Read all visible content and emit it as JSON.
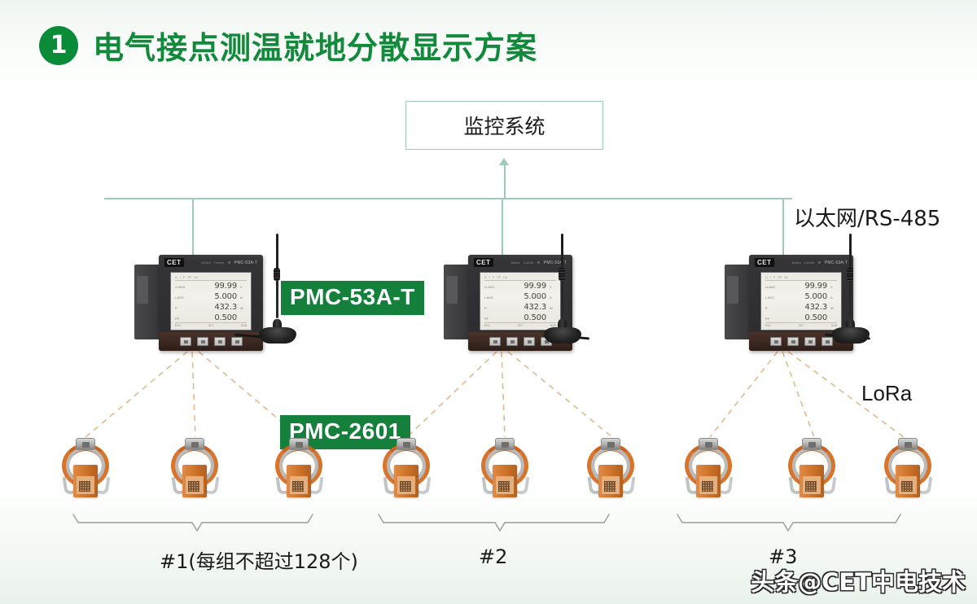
{
  "header": {
    "badge_number": "1",
    "title": "电气接点测温就地分散显示方案",
    "accent_color": "#13893c"
  },
  "monitoring": {
    "label": "监控系统",
    "border_color": "#9ec9b6"
  },
  "network": {
    "bus_label": "以太网/RS-485",
    "wireless_label": "LoRa",
    "line_color": "#9ecbba",
    "dashed_link_color": "#e2b98a"
  },
  "badges": {
    "meter_model": "PMC-53A-T",
    "sensor_model": "PMC-2601",
    "badge_color": "#14803b"
  },
  "meter": {
    "brand": "CET",
    "model_print": "PMC-53A-T",
    "led_labels": [
      "Alarm",
      "Comm"
    ],
    "lcd": {
      "header_items": [
        "U",
        "I",
        "P",
        "PF",
        "Hz"
      ],
      "rows": [
        {
          "label": "U-AVG",
          "value": "99.99",
          "unit": "V"
        },
        {
          "label": "I-AVG",
          "value": "5.000",
          "unit": "A"
        },
        {
          "label": "P",
          "value": "432.3",
          "unit": "W"
        },
        {
          "label": "PF",
          "value": "0.500",
          "unit": ""
        }
      ],
      "footer_left": "ESC",
      "footer_mid": "SET",
      "footer_right": "SUB"
    },
    "button_count": 4
  },
  "sensors": {
    "count_total": 9,
    "per_group": 3,
    "body_color": "#d1762c"
  },
  "groups": [
    {
      "label": "#1(每组不超过128个)"
    },
    {
      "label": "#2"
    },
    {
      "label": "#3"
    }
  ],
  "watermark": {
    "text": "头条@CET中电技术"
  }
}
